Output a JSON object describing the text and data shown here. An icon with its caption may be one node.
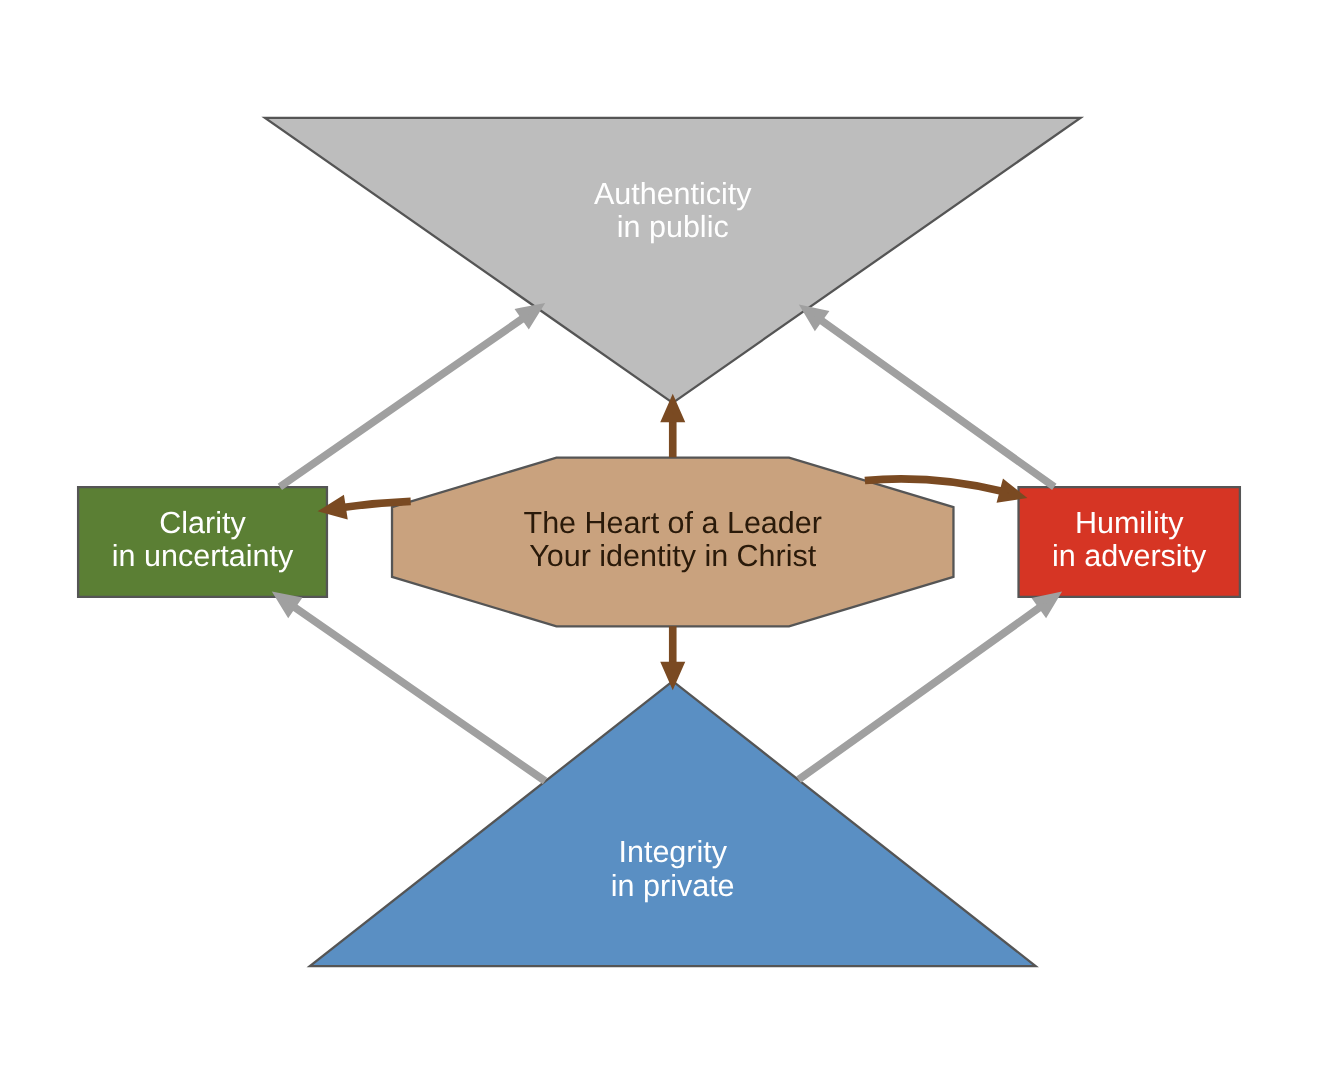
{
  "diagram": {
    "nodes": [
      {
        "text": [
          "Authenticity",
          "in public"
        ]
      },
      {
        "text": [
          "Clarity",
          "in uncertainty"
        ]
      },
      {
        "text": [
          "The Heart of a Leader",
          "Your identity in Christ"
        ]
      },
      {
        "text": [
          "Humility",
          "in adversity"
        ]
      },
      {
        "text": [
          "Integrity",
          "in private"
        ]
      }
    ],
    "edges": [
      {
        "from": 2,
        "to": 0,
        "arrow": "to"
      },
      {
        "from": 2,
        "to": 1,
        "arrow": "to"
      },
      {
        "from": 2,
        "to": 3,
        "arrow": "to"
      },
      {
        "from": 2,
        "to": 4,
        "arrow": "to"
      },
      {
        "from": 1,
        "to": 0,
        "arrow": "to",
        "color": "#a0a0a0"
      },
      {
        "from": 3,
        "to": 0,
        "arrow": "to",
        "color": "#a0a0a0"
      },
      {
        "from": 4,
        "to": 1,
        "arrow": "to",
        "color": "#a0a0a0"
      },
      {
        "from": 4,
        "to": 3,
        "arrow": "to",
        "color": "#a0a0a0"
      }
    ]
  }
}
